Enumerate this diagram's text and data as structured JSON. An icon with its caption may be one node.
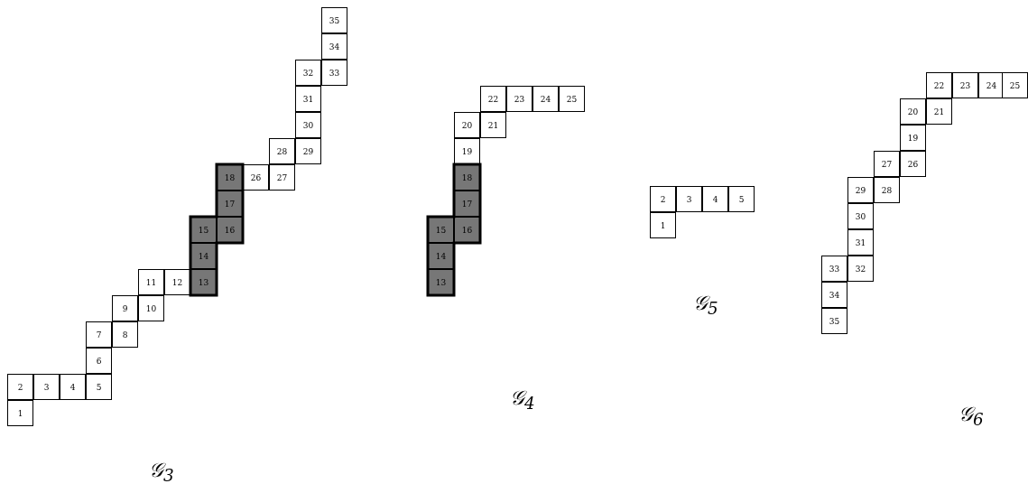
{
  "diagram": {
    "nodes": [
      {
        "text": [
          "1"
        ]
      },
      {
        "text": [
          "2"
        ]
      },
      {
        "text": [
          "3"
        ]
      },
      {
        "text": [
          "4"
        ]
      },
      {
        "text": [
          "5"
        ]
      },
      {
        "text": [
          "6"
        ]
      },
      {
        "text": [
          "7"
        ]
      },
      {
        "text": [
          "8"
        ]
      },
      {
        "text": [
          "9"
        ]
      },
      {
        "text": [
          "10"
        ]
      },
      {
        "text": [
          "11"
        ]
      },
      {
        "text": [
          "12"
        ]
      },
      {
        "text": [
          "13"
        ]
      },
      {
        "text": [
          "14"
        ]
      },
      {
        "text": [
          "15"
        ]
      },
      {
        "text": [
          "16"
        ]
      },
      {
        "text": [
          "17"
        ]
      },
      {
        "text": [
          "18"
        ]
      },
      {
        "text": [
          "26"
        ]
      },
      {
        "text": [
          "27"
        ]
      },
      {
        "text": [
          "28"
        ]
      },
      {
        "text": [
          "29"
        ]
      },
      {
        "text": [
          "30"
        ]
      },
      {
        "text": [
          "31"
        ]
      },
      {
        "text": [
          "32"
        ]
      },
      {
        "text": [
          "33"
        ]
      },
      {
        "text": [
          "34"
        ]
      },
      {
        "text": [
          "35"
        ]
      },
      {
        "text": [
          "13"
        ]
      },
      {
        "text": [
          "14"
        ]
      },
      {
        "text": [
          "15"
        ]
      },
      {
        "text": [
          "16"
        ]
      },
      {
        "text": [
          "17"
        ]
      },
      {
        "text": [
          "18"
        ]
      },
      {
        "text": [
          "19"
        ]
      },
      {
        "text": [
          "20"
        ]
      },
      {
        "text": [
          "21"
        ]
      },
      {
        "text": [
          "22"
        ]
      },
      {
        "text": [
          "23"
        ]
      },
      {
        "text": [
          "24"
        ]
      },
      {
        "text": [
          "25"
        ]
      },
      {
        "text": [
          "2"
        ]
      },
      {
        "text": [
          "3"
        ]
      },
      {
        "text": [
          "4"
        ]
      },
      {
        "text": [
          "5"
        ]
      },
      {
        "text": [
          "1"
        ]
      },
      {
        "text": [
          "22"
        ]
      },
      {
        "text": [
          "23"
        ]
      },
      {
        "text": [
          "24"
        ]
      },
      {
        "text": [
          "25"
        ]
      },
      {
        "text": [
          "20"
        ]
      },
      {
        "text": [
          "21"
        ]
      },
      {
        "text": [
          "19"
        ]
      },
      {
        "text": [
          "27"
        ]
      },
      {
        "text": [
          "26"
        ]
      },
      {
        "text": [
          "29"
        ]
      },
      {
        "text": [
          "28"
        ]
      },
      {
        "text": [
          "30"
        ]
      },
      {
        "text": [
          "31"
        ]
      },
      {
        "text": [
          "33"
        ]
      },
      {
        "text": [
          "32"
        ]
      },
      {
        "text": [
          "34"
        ]
      },
      {
        "text": [
          "35"
        ]
      }
    ],
    "labels": [
      "𝒢$_{3}$",
      "𝒢$_{4}$",
      "𝒢$_{5}$",
      "𝒢$_{6}$"
    ]
  }
}
